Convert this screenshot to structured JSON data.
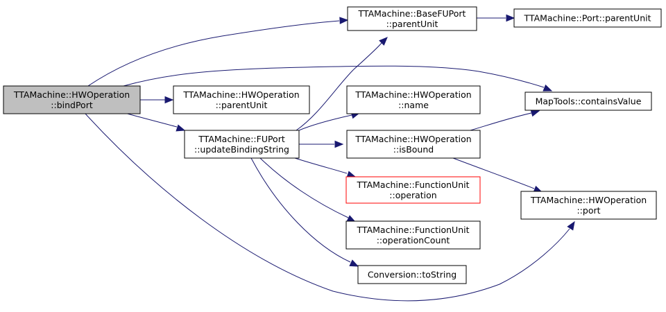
{
  "nodes": [
    {
      "id": "root",
      "lines": [
        "TTAMachine::HWOperation",
        "::bindPort"
      ],
      "root": true,
      "interactable": true
    },
    {
      "id": "hwop_parentUnit",
      "lines": [
        "TTAMachine::HWOperation",
        "::parentUnit"
      ],
      "interactable": true
    },
    {
      "id": "fuport_update",
      "lines": [
        "TTAMachine::FUPort",
        "::updateBindingString"
      ],
      "interactable": true
    },
    {
      "id": "basefuport_parentUnit",
      "lines": [
        "TTAMachine::BaseFUPort",
        "::parentUnit"
      ],
      "interactable": true
    },
    {
      "id": "port_parentUnit",
      "lines": [
        "TTAMachine::Port::parentUnit"
      ],
      "interactable": true
    },
    {
      "id": "hwop_name",
      "lines": [
        "TTAMachine::HWOperation",
        "::name"
      ],
      "interactable": true
    },
    {
      "id": "hwop_isBound",
      "lines": [
        "TTAMachine::HWOperation",
        "::isBound"
      ],
      "interactable": true
    },
    {
      "id": "fu_operation",
      "lines": [
        "TTAMachine::FunctionUnit",
        "::operation"
      ],
      "missing": true,
      "interactable": false
    },
    {
      "id": "fu_operationCount",
      "lines": [
        "TTAMachine::FunctionUnit",
        "::operationCount"
      ],
      "interactable": true
    },
    {
      "id": "conv_toString",
      "lines": [
        "Conversion::toString"
      ],
      "interactable": true
    },
    {
      "id": "maptools_contains",
      "lines": [
        "MapTools::containsValue"
      ],
      "interactable": true
    },
    {
      "id": "hwop_port",
      "lines": [
        "TTAMachine::HWOperation",
        "::port"
      ],
      "interactable": true
    }
  ],
  "edges": [
    {
      "from": "root",
      "to": "hwop_parentUnit"
    },
    {
      "from": "root",
      "to": "fuport_update"
    },
    {
      "from": "root",
      "to": "basefuport_parentUnit"
    },
    {
      "from": "root",
      "to": "maptools_contains"
    },
    {
      "from": "root",
      "to": "hwop_port"
    },
    {
      "from": "fuport_update",
      "to": "basefuport_parentUnit"
    },
    {
      "from": "fuport_update",
      "to": "hwop_name"
    },
    {
      "from": "fuport_update",
      "to": "hwop_isBound"
    },
    {
      "from": "fuport_update",
      "to": "fu_operation"
    },
    {
      "from": "fuport_update",
      "to": "fu_operationCount"
    },
    {
      "from": "fuport_update",
      "to": "conv_toString"
    },
    {
      "from": "basefuport_parentUnit",
      "to": "port_parentUnit"
    },
    {
      "from": "hwop_isBound",
      "to": "maptools_contains"
    },
    {
      "from": "hwop_isBound",
      "to": "hwop_port"
    }
  ],
  "colors": {
    "edge": "#191970",
    "root_fill": "#bfbfbf",
    "missing_border": "#ff0000",
    "node_border": "#000000",
    "background": "#ffffff"
  }
}
